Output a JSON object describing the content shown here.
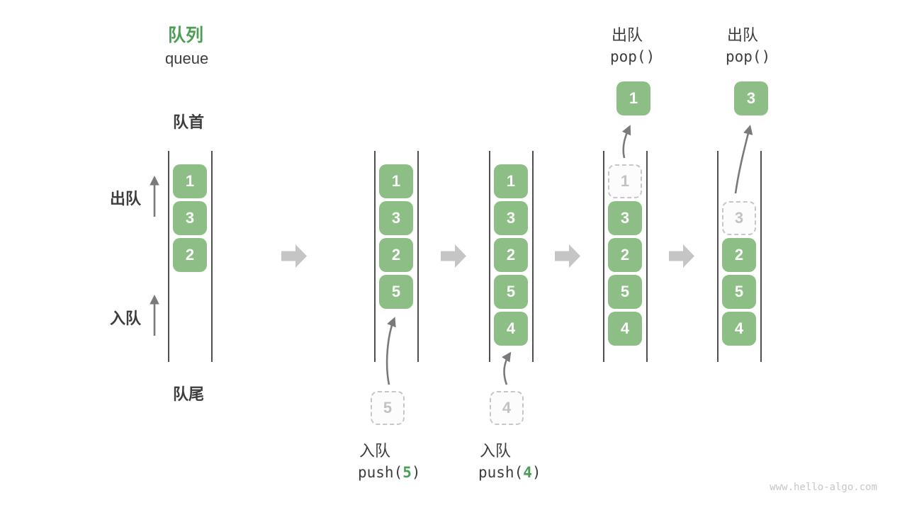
{
  "header": {
    "title_zh": "队列",
    "title_en": "queue"
  },
  "side_labels": {
    "front": "队首",
    "rear": "队尾",
    "dequeue": "出队",
    "enqueue": "入队"
  },
  "queues": [
    {
      "slots": [
        {
          "v": "1"
        },
        {
          "v": "3"
        },
        {
          "v": "2"
        }
      ]
    },
    {
      "slots": [
        {
          "v": "1"
        },
        {
          "v": "3"
        },
        {
          "v": "2"
        },
        {
          "v": "5"
        }
      ],
      "staged": "5"
    },
    {
      "slots": [
        {
          "v": "1"
        },
        {
          "v": "3"
        },
        {
          "v": "2"
        },
        {
          "v": "5"
        },
        {
          "v": "4"
        }
      ],
      "staged": "4"
    },
    {
      "slots": [
        {
          "v": "1",
          "state": "dashed"
        },
        {
          "v": "3"
        },
        {
          "v": "2"
        },
        {
          "v": "5"
        },
        {
          "v": "4"
        }
      ],
      "popped": "1"
    },
    {
      "slots": [
        {
          "v": "3",
          "state": "dashed"
        },
        {
          "v": "2"
        },
        {
          "v": "5"
        },
        {
          "v": "4"
        }
      ],
      "popped": "3"
    }
  ],
  "operations": {
    "push_5": {
      "label": "入队",
      "code_prefix": "push(",
      "arg": "5",
      "code_suffix": ")"
    },
    "push_4": {
      "label": "入队",
      "code_prefix": "push(",
      "arg": "4",
      "code_suffix": ")"
    },
    "pop_first": {
      "label": "出队",
      "code": "pop()"
    },
    "pop_second": {
      "label": "出队",
      "code": "pop()"
    }
  },
  "watermark": "www.hello-algo.com",
  "colors": {
    "box_green": "#8cbe85",
    "accent_green": "#4d9e55",
    "text_dark": "#3d3d3d",
    "queue_line": "#4f4f4f",
    "thin_arrow": "#7a7a7a",
    "block_arrow": "#c5c5c5",
    "dashed_border": "#c7c7c7"
  }
}
